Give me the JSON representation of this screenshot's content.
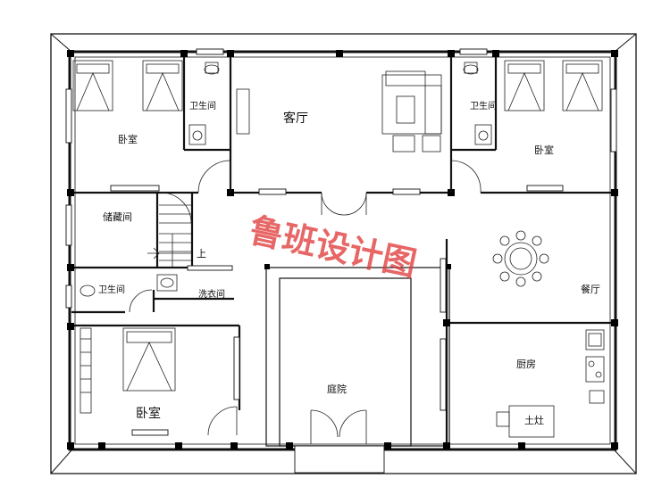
{
  "rooms": {
    "bedroom_top_left": "卧室",
    "bath_top_left": "卫生间",
    "living_room": "客厅",
    "bath_top_right": "卫生间",
    "bedroom_top_right": "卧室",
    "storage": "储藏间",
    "stair_up": "上",
    "bath_mid_left": "卫生间",
    "laundry": "洗衣间",
    "dining": "餐厅",
    "bedroom_bottom_left": "卧室",
    "courtyard": "庭院",
    "kitchen": "厨房",
    "stove": "土灶"
  },
  "watermark": "鲁班设计图"
}
